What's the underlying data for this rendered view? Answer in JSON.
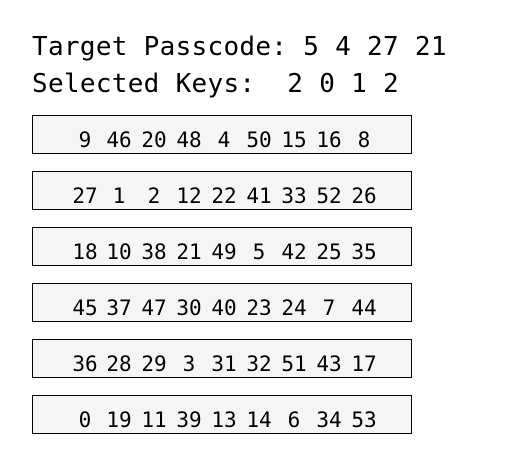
{
  "header": {
    "target_label": "Target Passcode:",
    "target_value": "5 4 27 21",
    "selected_label": "Selected Keys:",
    "selected_value": "2 0 1 2"
  },
  "keypad": {
    "rows": [
      [
        "9",
        "46",
        "20",
        "48",
        "4",
        "50",
        "15",
        "16",
        "8"
      ],
      [
        "27",
        "1",
        "2",
        "12",
        "22",
        "41",
        "33",
        "52",
        "26"
      ],
      [
        "18",
        "10",
        "38",
        "21",
        "49",
        "5",
        "42",
        "25",
        "35"
      ],
      [
        "45",
        "37",
        "47",
        "30",
        "40",
        "23",
        "24",
        "7",
        "44"
      ],
      [
        "36",
        "28",
        "29",
        "3",
        "31",
        "32",
        "51",
        "43",
        "17"
      ],
      [
        "0",
        "19",
        "11",
        "39",
        "13",
        "14",
        "6",
        "34",
        "53"
      ]
    ]
  }
}
